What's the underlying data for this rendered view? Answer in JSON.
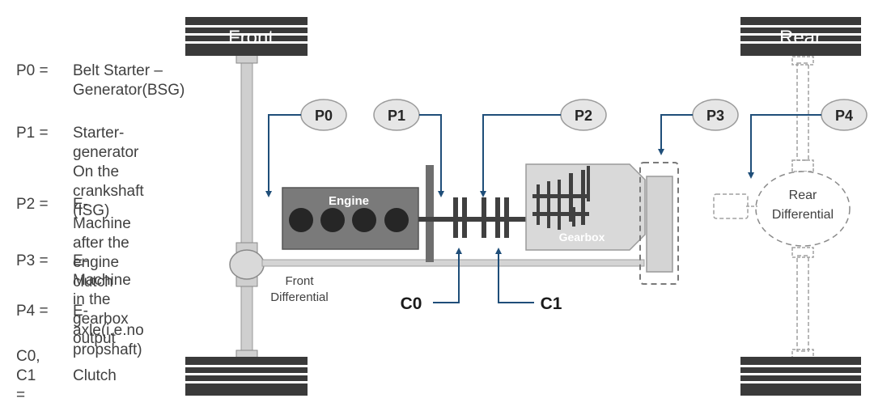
{
  "legend": [
    {
      "key": "P0 =",
      "text": "Belt Starter –\nGenerator(BSG)"
    },
    {
      "key": "P1 =",
      "text": "Starter-generator\nOn the crankshaft\n(ISG)"
    },
    {
      "key": "P2 =",
      "text": "E-Machine after the\nengine clutch"
    },
    {
      "key": "P3 =",
      "text": "E-Machine in the\ngearbox output"
    },
    {
      "key": "P4 =",
      "text": "E-axle(i.e.no\npropshaft)"
    },
    {
      "key": "C0,\nC1 =",
      "text": "\nClutch"
    }
  ],
  "axles": {
    "front": "Front",
    "rear": "Rear"
  },
  "positions": {
    "p0": "P0",
    "p1": "P1",
    "p2": "P2",
    "p3": "P3",
    "p4": "P4"
  },
  "components": {
    "engine": "Engine",
    "gearbox": "Gearbox",
    "front_diff_line1": "Front",
    "front_diff_line2": "Differential",
    "rear_diff_line1": "Rear",
    "rear_diff_line2": "Differential"
  },
  "clutches": {
    "c0": "C0",
    "c1": "C1"
  },
  "colors": {
    "arrow": "#1f4e79",
    "wheel": "#3a3a3a",
    "shaft": "#d0d0d0",
    "component": "#7a7a7a"
  }
}
